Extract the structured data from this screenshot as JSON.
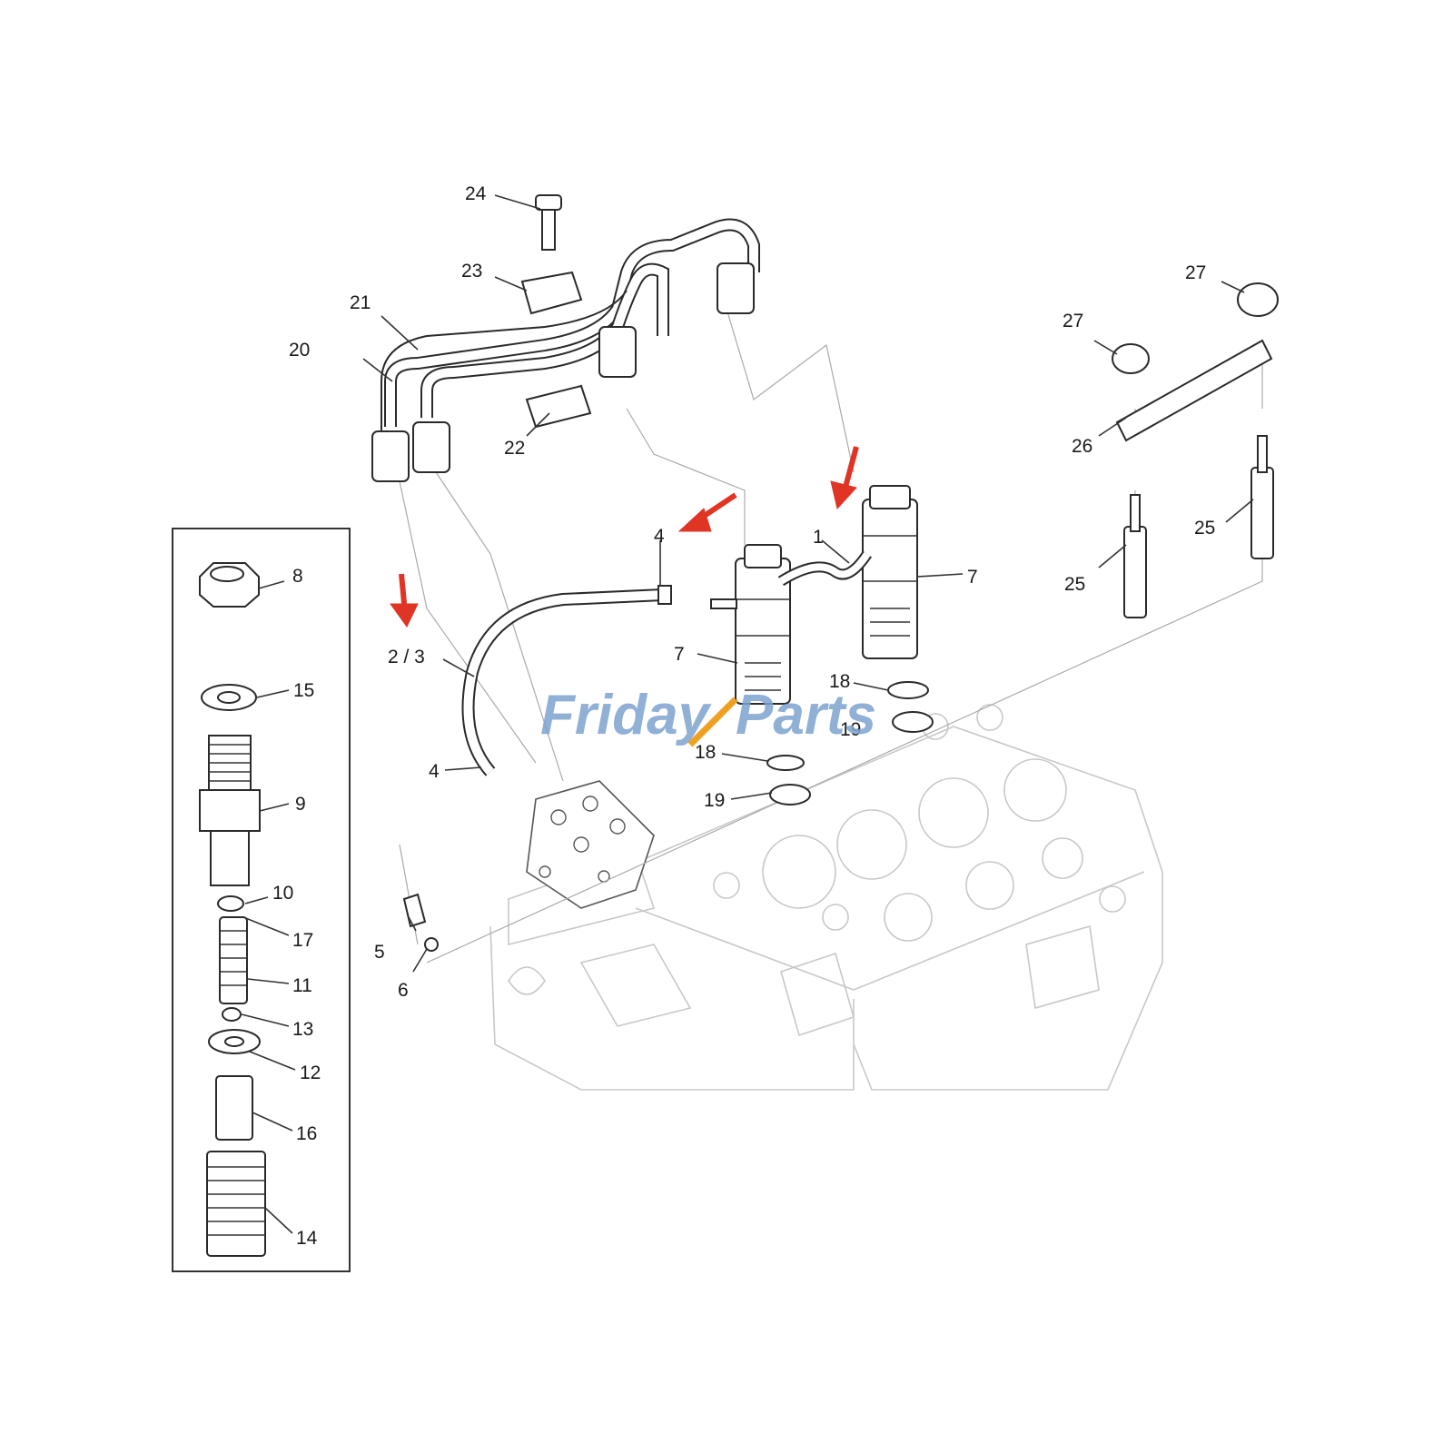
{
  "watermark": {
    "brand_left": "Friday",
    "brand_right": "Parts",
    "color": "#7da3cf",
    "accent": "#f0a020"
  },
  "arrow_color": "#e03525",
  "callouts": {
    "c1": "1",
    "c23": "2 / 3",
    "c4a": "4",
    "c4b": "4",
    "c5": "5",
    "c6": "6",
    "c7a": "7",
    "c7b": "7",
    "c8": "8",
    "c9": "9",
    "c10": "10",
    "c11": "11",
    "c12": "12",
    "c13": "13",
    "c14": "14",
    "c15": "15",
    "c16": "16",
    "c17": "17",
    "c18a": "18",
    "c18b": "18",
    "c19a": "19",
    "c19b": "19",
    "c20": "20",
    "c21": "21",
    "c22": "22",
    "c23b": "23",
    "c24": "24",
    "c25a": "25",
    "c25b": "25",
    "c26": "26",
    "c27a": "27",
    "c27b": "27"
  }
}
